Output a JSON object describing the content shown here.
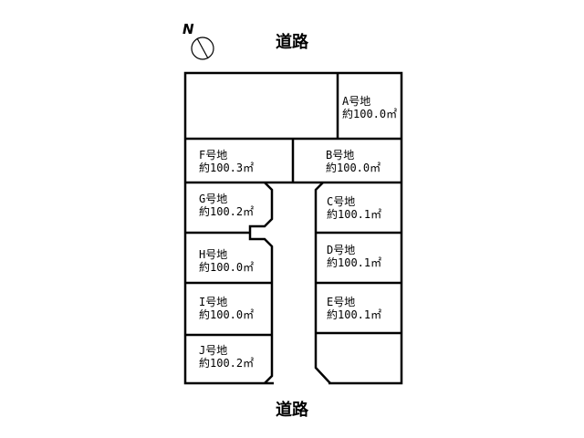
{
  "compass": {
    "north_label": "N"
  },
  "roads": {
    "top": "道路",
    "bottom": "道路"
  },
  "lots": [
    {
      "id": "A",
      "name": "A号地",
      "area": "約100.0㎡"
    },
    {
      "id": "B",
      "name": "B号地",
      "area": "約100.0㎡"
    },
    {
      "id": "C",
      "name": "C号地",
      "area": "約100.1㎡"
    },
    {
      "id": "D",
      "name": "D号地",
      "area": "約100.1㎡"
    },
    {
      "id": "E",
      "name": "E号地",
      "area": "約100.1㎡"
    },
    {
      "id": "F",
      "name": "F号地",
      "area": "約100.3㎡"
    },
    {
      "id": "G",
      "name": "G号地",
      "area": "約100.2㎡"
    },
    {
      "id": "H",
      "name": "H号地",
      "area": "約100.0㎡"
    },
    {
      "id": "I",
      "name": "I号地",
      "area": "約100.0㎡"
    },
    {
      "id": "J",
      "name": "J号地",
      "area": "約100.2㎡"
    }
  ]
}
